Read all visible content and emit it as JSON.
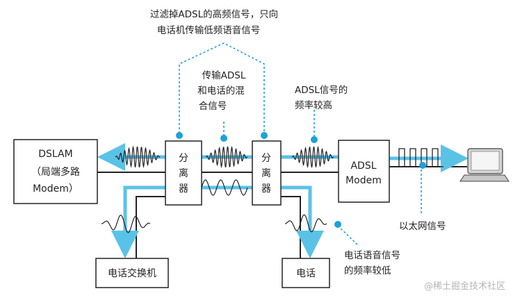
{
  "labels": {
    "top_note_1": "过滤掉ADSL的高频信号，只向",
    "top_note_2": "电话机传输低频语音信号",
    "mixed_1": "传输ADSL",
    "mixed_2": "和电话的混",
    "mixed_3": "合信号",
    "adsl_freq_1": "ADSL信号的",
    "adsl_freq_2": "频率较高",
    "ethernet": "以太网信号",
    "voice_1": "电话语音信号",
    "voice_2": "的频率较低"
  },
  "boxes": {
    "dslam_1": "DSLAM",
    "dslam_2": "（局端多路",
    "dslam_3": "Modem）",
    "splitter_1": [
      "分",
      "离",
      "器"
    ],
    "splitter_2": [
      "分",
      "离",
      "器"
    ],
    "adsl_modem_1": "ADSL",
    "adsl_modem_2": "Modem",
    "exchange": "电话交换机",
    "phone": "电话"
  },
  "watermark": "@稀土掘金技术社区",
  "colors": {
    "signal_blue": "#5bc2e7",
    "dot_blue": "#1aa3d9",
    "line": "#222222"
  }
}
